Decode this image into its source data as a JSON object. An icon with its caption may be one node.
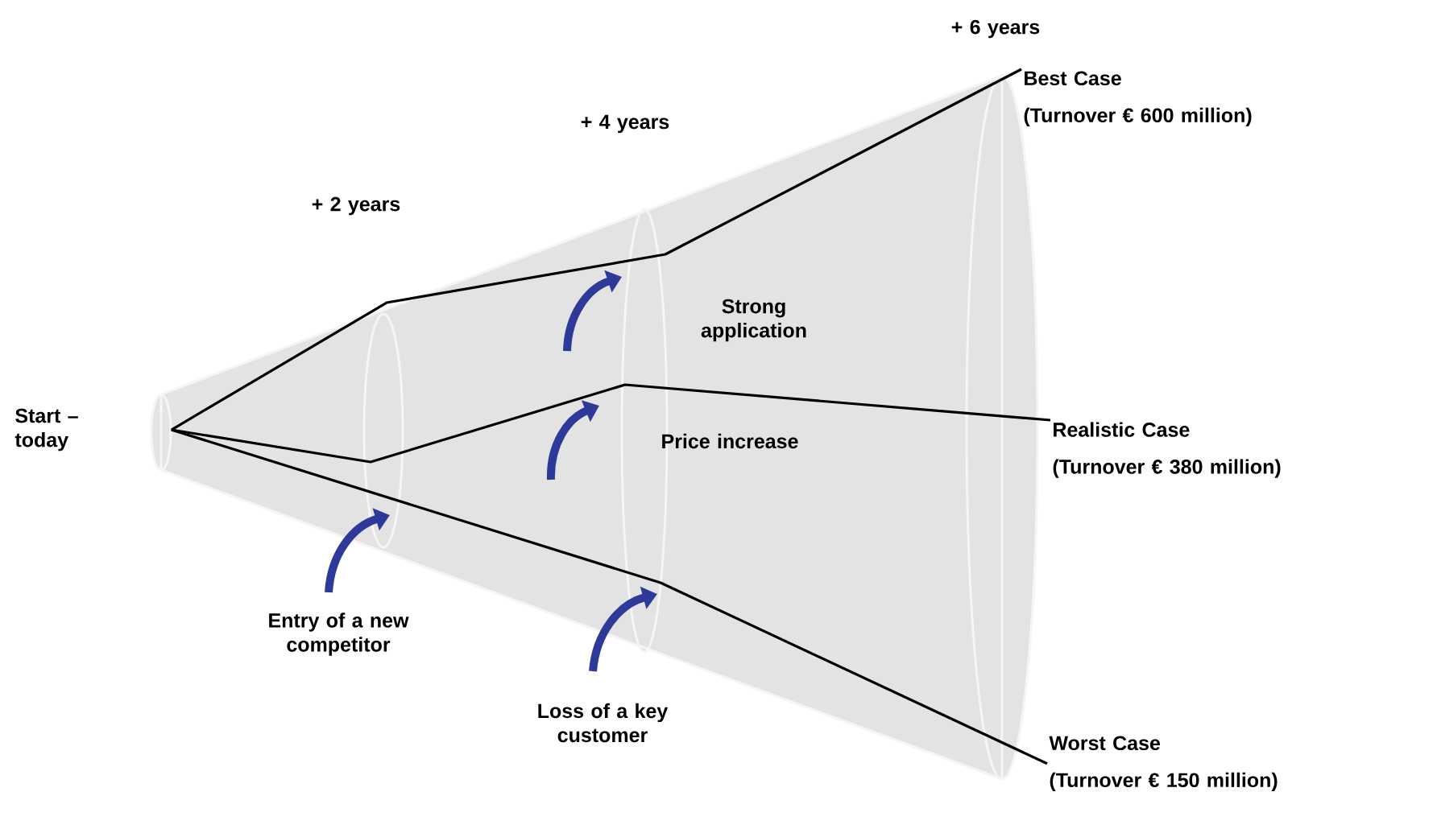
{
  "diagram": {
    "nodes": [
      {
        "text": [
          "Start – today"
        ]
      },
      {
        "text": [
          "Best Case",
          "(Turnover € 600 million)"
        ]
      },
      {
        "text": [
          "Realistic Case",
          "(Turnover € 380 million)"
        ]
      },
      {
        "text": [
          "Worst Case",
          "(Turnover € 150 million)"
        ]
      }
    ],
    "edges": [
      {
        "from": 0,
        "to": 1,
        "arrow": "none"
      },
      {
        "from": 0,
        "to": 2,
        "arrow": "none"
      },
      {
        "from": 0,
        "to": 3,
        "arrow": "none"
      }
    ],
    "labels": [
      "+ 6 years",
      "+ 4 years",
      "+ 2 years",
      "Strong application",
      "Price increase",
      "Entry of a new competitor",
      "Loss of a key customer"
    ]
  }
}
